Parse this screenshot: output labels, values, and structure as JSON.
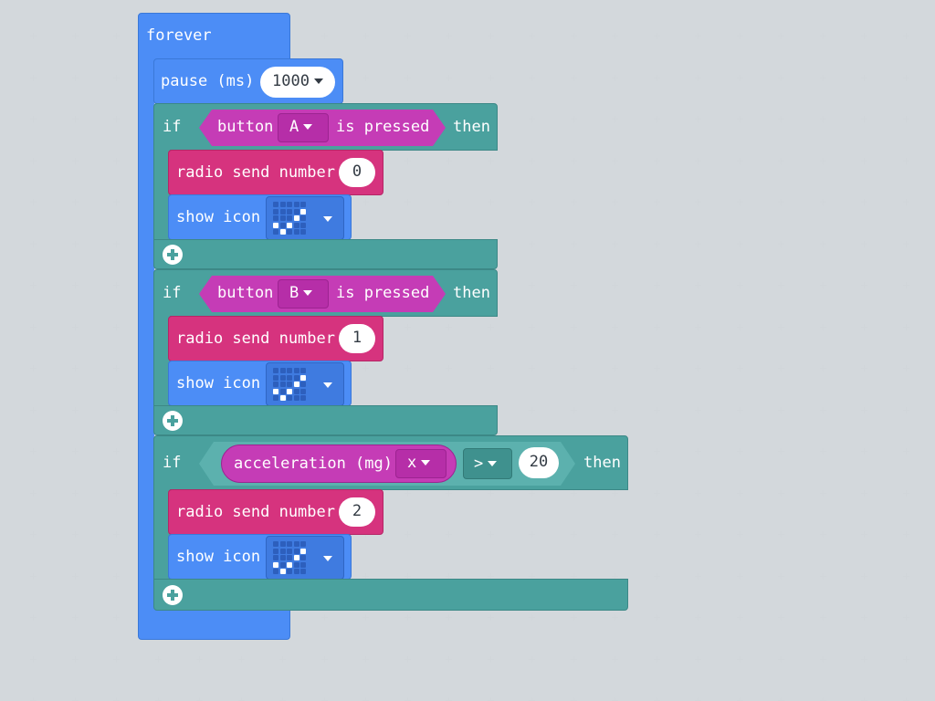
{
  "forever": {
    "label": "forever"
  },
  "pause": {
    "label": "pause (ms)",
    "value": "1000"
  },
  "if_blocks": [
    {
      "if_label": "if",
      "then_label": "then",
      "condition": {
        "prefix": "button",
        "button": "A",
        "suffix": "is pressed"
      },
      "radio": {
        "label": "radio send number",
        "value": "0"
      },
      "show_icon": {
        "label": "show icon",
        "icon": "yes"
      }
    },
    {
      "if_label": "if",
      "then_label": "then",
      "condition": {
        "prefix": "button",
        "button": "B",
        "suffix": "is pressed"
      },
      "radio": {
        "label": "radio send number",
        "value": "1"
      },
      "show_icon": {
        "label": "show icon",
        "icon": "yes"
      }
    },
    {
      "if_label": "if",
      "then_label": "then",
      "condition": {
        "accel_label": "acceleration (mg)",
        "axis": "x",
        "operator": ">",
        "value": "20"
      },
      "radio": {
        "label": "radio send number",
        "value": "2"
      },
      "show_icon": {
        "label": "show icon",
        "icon": "yes"
      }
    }
  ],
  "colors": {
    "background": "#ecf0f1",
    "basic": "#4c8df6",
    "logic": "#4aa19e",
    "input": "#c53cb6",
    "radio": "#d6337e"
  }
}
